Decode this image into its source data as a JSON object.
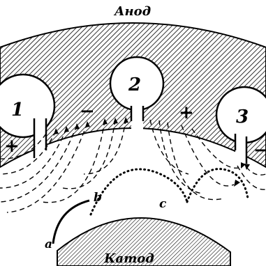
{
  "anode_label": "Анод",
  "cathode_label": "Катод",
  "resonators": [
    {
      "number": "1",
      "charge": "+"
    },
    {
      "number": "2",
      "charge": "−"
    },
    {
      "number": "2",
      "charge": "+"
    },
    {
      "number": "3",
      "charge": "−"
    }
  ],
  "point_labels": {
    "a": "a",
    "b": "b",
    "c": "c"
  }
}
